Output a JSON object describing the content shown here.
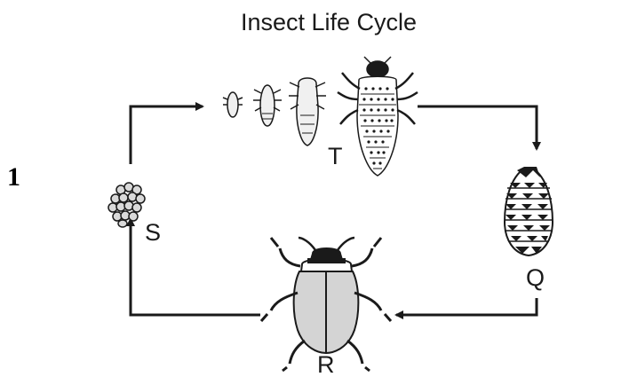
{
  "title": "Insect Life Cycle",
  "question_number": "1",
  "stages": {
    "S": "S",
    "T": "T",
    "Q": "Q",
    "R": "R"
  }
}
